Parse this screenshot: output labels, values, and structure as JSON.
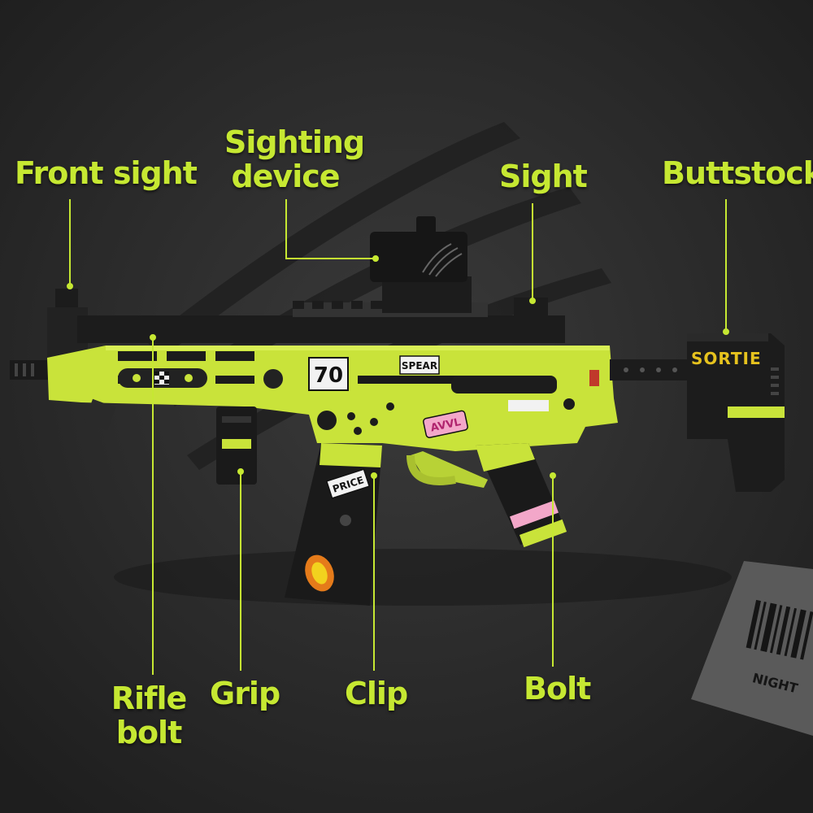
{
  "labels": {
    "front_sight": "Front sight",
    "sighting_device_line1": "Sighting",
    "sighting_device_line2": "device",
    "sight": "Sight",
    "buttstock": "Buttstock",
    "rifle_bolt_line1": "Rifle",
    "rifle_bolt_line2": "bolt",
    "grip": "Grip",
    "clip": "Clip",
    "bolt": "Bolt"
  },
  "decals": {
    "stock_badge": "SORTIE",
    "number_badge": "70",
    "spear_tag": "SPEAR",
    "pink_patch": "AVVL",
    "mag_sticker": "PRICE",
    "barcode_caption": "NIGHT"
  },
  "colors": {
    "accent": "#c6e832",
    "body_green": "#c9e33a",
    "dark_parts": "#1c1c1c",
    "background": "#2b2b2b",
    "stock_badge_text": "#e6c21e"
  }
}
